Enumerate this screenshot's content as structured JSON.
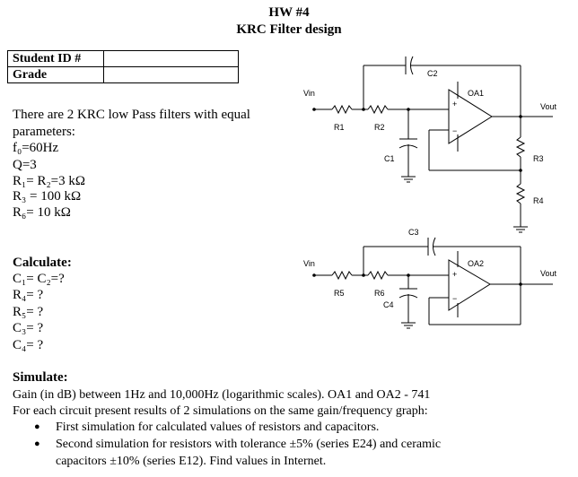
{
  "header": {
    "hw": "HW #4",
    "title": "KRC Filter design"
  },
  "grade_table": {
    "student_id_label": "Student ID #",
    "grade_label": "Grade",
    "student_id_value": "",
    "grade_value": ""
  },
  "intro": {
    "line1": "There are 2 KRC low Pass filters with equal",
    "line2": "parameters:",
    "params": [
      "f₀=60Hz",
      "Q=3",
      "R₁= R₂=3 kΩ",
      "R₃ = 100 kΩ",
      "R₆= 10 kΩ"
    ]
  },
  "calculate": {
    "heading": "Calculate:",
    "items": [
      "C₁= C₂=?",
      "R₄= ?",
      "R₅= ?",
      "C₃= ?",
      "C₄= ?"
    ]
  },
  "simulate": {
    "heading": "Simulate:",
    "line1": "Gain (in dB) between 1Hz and 10,000Hz (logarithmic scales). OA1 and OA2 - 741",
    "line2": "For each circuit present results of 2 simulations on the same gain/frequency graph:",
    "bullets": [
      "First simulation for calculated values of resistors and capacitors.",
      "Second simulation for resistors with tolerance ±5% (series E24) and ceramic",
      "capacitors ±10% (series E12). Find values in Internet."
    ]
  },
  "circuit1": {
    "vin": "Vin",
    "r1": "R1",
    "r2": "R2",
    "c1": "C1",
    "c2": "C2",
    "oa": "OA1",
    "vout": "Vout",
    "r3": "R3",
    "r4": "R4"
  },
  "circuit2": {
    "vin": "Vin",
    "r5": "R5",
    "r6": "R6",
    "c3": "C3",
    "c4": "C4",
    "oa": "OA2",
    "vout": "Vout"
  }
}
